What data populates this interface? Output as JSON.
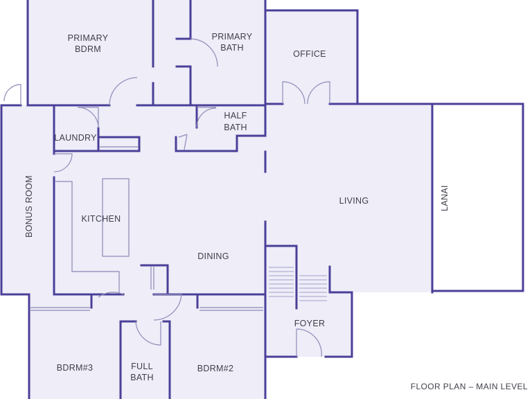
{
  "rooms": {
    "primary_bdrm": {
      "line1": "PRIMARY",
      "line2": "BDRM"
    },
    "primary_bath": {
      "line1": "PRIMARY",
      "line2": "BATH"
    },
    "office": "OFFICE",
    "half_bath": {
      "line1": "HALF",
      "line2": "BATH"
    },
    "laundry": "LAUNDRY",
    "bonus_room": "BONUS ROOM",
    "kitchen": "KITCHEN",
    "living": "LIVING",
    "lanai": "LANAI",
    "dining": "DINING",
    "foyer": "FOYER",
    "bdrm3": "BDRM#3",
    "full_bath": {
      "line1": "FULL",
      "line2": "BATH"
    },
    "bdrm2": "BDRM#2"
  },
  "caption": "FLOOR PLAN – MAIN LEVEL",
  "colors": {
    "wall": "#4a3f98",
    "room_fill": "#eeedf8",
    "door_line": "#8f8cb8",
    "text": "#3f3f4a"
  }
}
